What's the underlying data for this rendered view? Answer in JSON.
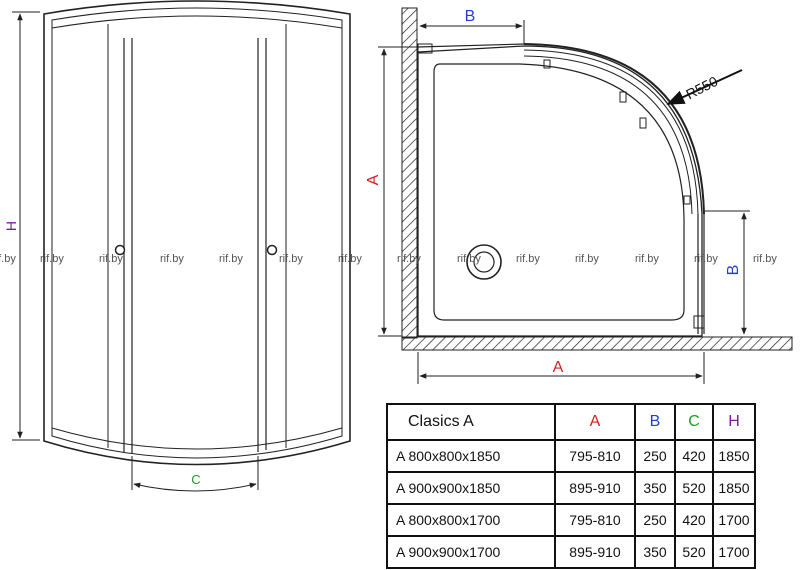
{
  "labels": {
    "height": "H",
    "width_a_top": "A",
    "width_a_bottom": "A",
    "b_top": "B",
    "b_side": "B",
    "c_bottom": "C",
    "radius": "R550"
  },
  "watermark": "rif.by",
  "colors": {
    "line": "#111111",
    "a": "#d41f1f",
    "b": "#1f3fd0",
    "c": "#17a02a",
    "h": "#7a1f9a"
  },
  "table": {
    "headers": [
      "Clasics A",
      "A",
      "B",
      "C",
      "H"
    ],
    "rows": [
      [
        "A 800x800x1850",
        "795-810",
        "250",
        "420",
        "1850"
      ],
      [
        "A 900x900x1850",
        "895-910",
        "350",
        "520",
        "1850"
      ],
      [
        "A 800x800x1700",
        "795-810",
        "250",
        "420",
        "1700"
      ],
      [
        "A 900x900x1700",
        "895-910",
        "350",
        "520",
        "1700"
      ]
    ]
  }
}
